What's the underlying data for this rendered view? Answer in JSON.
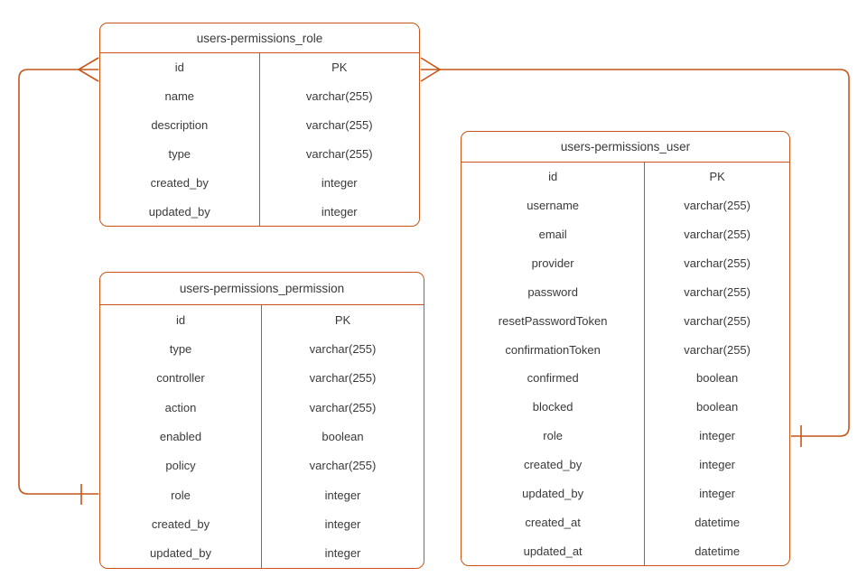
{
  "colors": {
    "stroke": "#C65517",
    "text": "#3a3a3a",
    "background": "#ffffff"
  },
  "tables": [
    {
      "title": "users-permissions_role",
      "fields": [
        {
          "name": "id",
          "type": "PK"
        },
        {
          "name": "name",
          "type": "varchar(255)"
        },
        {
          "name": "description",
          "type": "varchar(255)"
        },
        {
          "name": "type",
          "type": "varchar(255)"
        },
        {
          "name": "created_by",
          "type": "integer"
        },
        {
          "name": "updated_by",
          "type": "integer"
        }
      ]
    },
    {
      "title": "users-permissions_permission",
      "fields": [
        {
          "name": "id",
          "type": "PK"
        },
        {
          "name": "type",
          "type": "varchar(255)"
        },
        {
          "name": "controller",
          "type": "varchar(255)"
        },
        {
          "name": "action",
          "type": "varchar(255)"
        },
        {
          "name": "enabled",
          "type": "boolean"
        },
        {
          "name": "policy",
          "type": "varchar(255)"
        },
        {
          "name": "role",
          "type": "integer"
        },
        {
          "name": "created_by",
          "type": "integer"
        },
        {
          "name": "updated_by",
          "type": "integer"
        }
      ]
    },
    {
      "title": "users-permissions_user",
      "fields": [
        {
          "name": "id",
          "type": "PK"
        },
        {
          "name": "username",
          "type": "varchar(255)"
        },
        {
          "name": "email",
          "type": "varchar(255)"
        },
        {
          "name": "provider",
          "type": "varchar(255)"
        },
        {
          "name": "password",
          "type": "varchar(255)"
        },
        {
          "name": "resetPasswordToken",
          "type": "varchar(255)"
        },
        {
          "name": "confirmationToken",
          "type": "varchar(255)"
        },
        {
          "name": "confirmed",
          "type": "boolean"
        },
        {
          "name": "blocked",
          "type": "boolean"
        },
        {
          "name": "role",
          "type": "integer"
        },
        {
          "name": "created_by",
          "type": "integer"
        },
        {
          "name": "updated_by",
          "type": "integer"
        },
        {
          "name": "created_at",
          "type": "datetime"
        },
        {
          "name": "updated_at",
          "type": "datetime"
        }
      ]
    }
  ],
  "relationships": [
    {
      "from_table": "users-permissions_role",
      "from_field": "id",
      "from_cardinality": "many",
      "to_table": "users-permissions_permission",
      "to_field": "role",
      "to_cardinality": "one"
    },
    {
      "from_table": "users-permissions_role",
      "from_field": "id",
      "from_cardinality": "many",
      "to_table": "users-permissions_user",
      "to_field": "role",
      "to_cardinality": "one"
    }
  ]
}
